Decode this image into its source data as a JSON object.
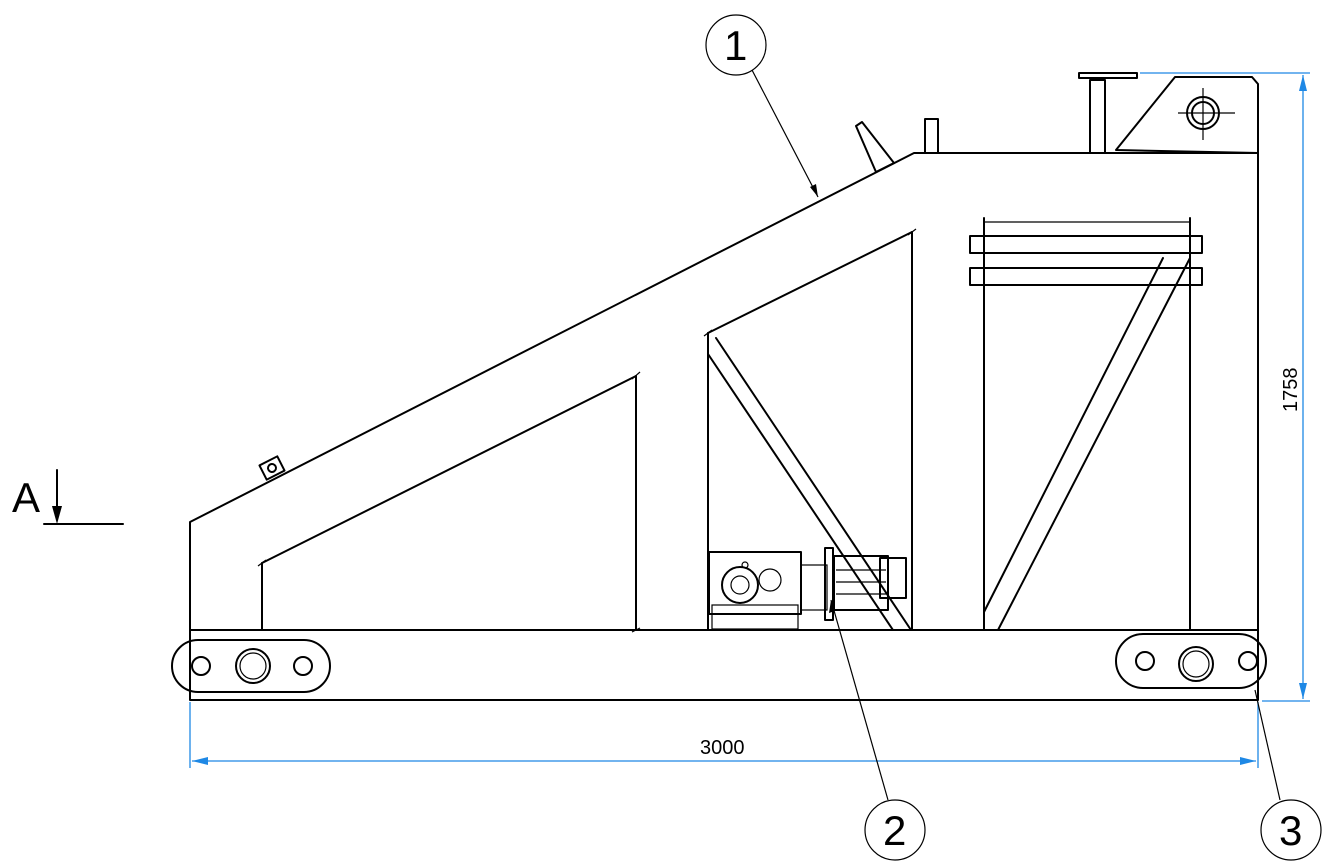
{
  "drawing": {
    "dimensions": {
      "length": "3000",
      "height": "1758"
    },
    "balloons": {
      "item1": "1",
      "item2": "2",
      "item3": "3"
    },
    "section_marker": "A",
    "colors": {
      "line": "#000000",
      "dimension": "#1e88e5",
      "background": "#ffffff"
    }
  }
}
